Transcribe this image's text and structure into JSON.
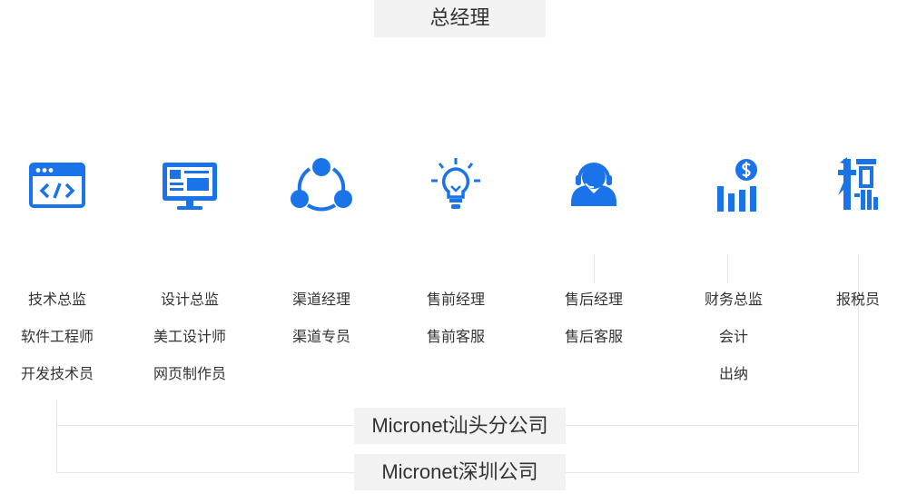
{
  "top": {
    "title": "总经理"
  },
  "departments": [
    {
      "icon": "code-window-icon",
      "roles": [
        "技术总监",
        "软件工程师",
        "开发技术员"
      ]
    },
    {
      "icon": "monitor-icon",
      "roles": [
        "设计总监",
        "美工设计师",
        "网页制作员"
      ]
    },
    {
      "icon": "share-network-icon",
      "roles": [
        "渠道经理",
        "渠道专员"
      ]
    },
    {
      "icon": "lightbulb-icon",
      "roles": [
        "售前经理",
        "售前客服"
      ]
    },
    {
      "icon": "headset-support-icon",
      "roles": [
        "售后经理",
        "售后客服"
      ]
    },
    {
      "icon": "finance-chart-icon",
      "roles": [
        "财务总监",
        "会计",
        "出纳"
      ]
    },
    {
      "icon": "tax-icon",
      "roles": [
        "报税员"
      ]
    }
  ],
  "branches": [
    "Micronet汕头分公司",
    "Micronet深圳公司"
  ],
  "colors": {
    "accent": "#1a73e8",
    "box_bg": "#f2f2f2",
    "line": "#e6e6e6",
    "text": "#333333"
  }
}
